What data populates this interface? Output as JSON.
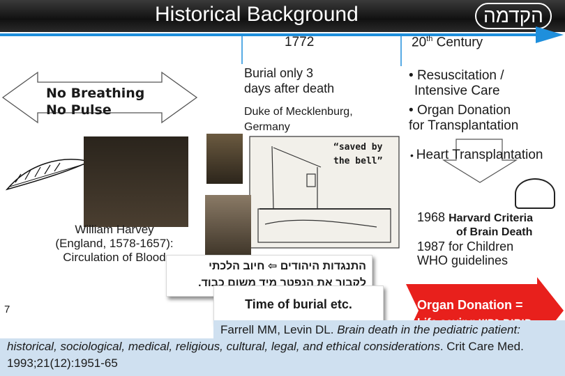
{
  "header": {
    "title_en": "Historical Background",
    "title_he": "הקדמה"
  },
  "timeline": {
    "year_1772": "1772",
    "century_prefix": "20",
    "century_sup": "th",
    "century_suffix": " Century"
  },
  "left": {
    "breathing": "No Breathing",
    "pulse": "No Pulse"
  },
  "middle": {
    "burial_line1": "Burial only 3",
    "burial_line2": "days after death",
    "duke_line1": "Duke of Mecklenburg,",
    "duke_line2": "Germany",
    "saved_line1": "“saved by",
    "saved_line2": "the bell”"
  },
  "harvey": {
    "line1": "William Harvey",
    "line2": "(England, 1578-1657):",
    "line3": "Circulation of Blood"
  },
  "right": {
    "b1_line1": "Resuscitation /",
    "b1_line2": "Intensive Care",
    "b2_line1": "Organ Donation",
    "b2_line2": "for Transplantation",
    "b3": "Heart Transplantation"
  },
  "harvard": {
    "y1968": "1968",
    "h_line1": "Harvard Criteria",
    "h_line2": "of  Brain Death",
    "y1987": "1987 for Children",
    "who": "WHO guidelines"
  },
  "callouts": {
    "hebrew_line1": "התנגדות היהודים ⇦ חיוב הלכתי",
    "hebrew_line2": "לקבור את הנפטר מיד משום כבוד.",
    "burial_etc": "Time of burial etc."
  },
  "organ": {
    "line1": "Organ Donation =",
    "line2": "Life saving פיקוח נפש"
  },
  "page_number": "7",
  "reference": {
    "authors": "Farrell MM, Levin DL. ",
    "title": "Brain death in the pediatric patient: historical, sociological, medical, religious, cultural, legal, and ethical considerations",
    "citation": ". Crit Care Med. 1993;21(12):1951-65"
  },
  "colors": {
    "red": "#e8201c",
    "blue": "#1f8fdc",
    "note_bg": "#cfe0f0"
  }
}
